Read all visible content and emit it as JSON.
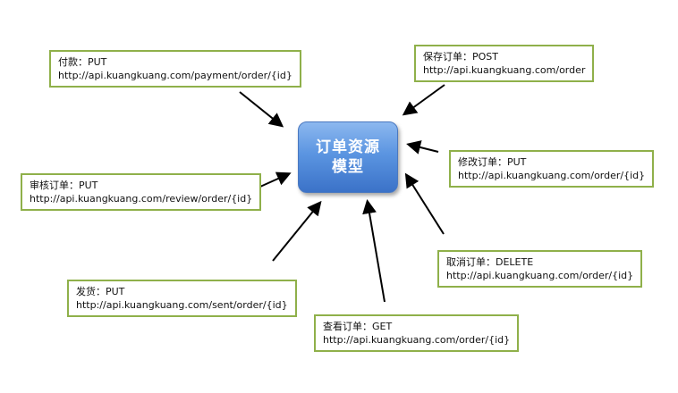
{
  "center": {
    "label": "订单资源模型"
  },
  "boxes": {
    "pay": {
      "label": "付款：PUT",
      "url": "http://api.kuangkuang.com/payment/order/{id}"
    },
    "save": {
      "label": "保存订单：POST",
      "url": "http://api.kuangkuang.com/order"
    },
    "modify": {
      "label": "修改订单：PUT",
      "url": "http://api.kuangkuang.com/order/{id}"
    },
    "review": {
      "label": "审核订单：PUT",
      "url": "http://api.kuangkuang.com/review/order/{id}"
    },
    "cancel": {
      "label": "取消订单：DELETE",
      "url": "http://api.kuangkuang.com/order/{id}"
    },
    "ship": {
      "label": "发货：PUT",
      "url": "http://api.kuangkuang.com/sent/order/{id}"
    },
    "view": {
      "label": "查看订单：GET",
      "url": "http://api.kuangkuang.com/order/{id}"
    }
  },
  "colors": {
    "box_border": "#8fb04a",
    "center_fill": "#5b95e1",
    "arrow": "#000000"
  }
}
